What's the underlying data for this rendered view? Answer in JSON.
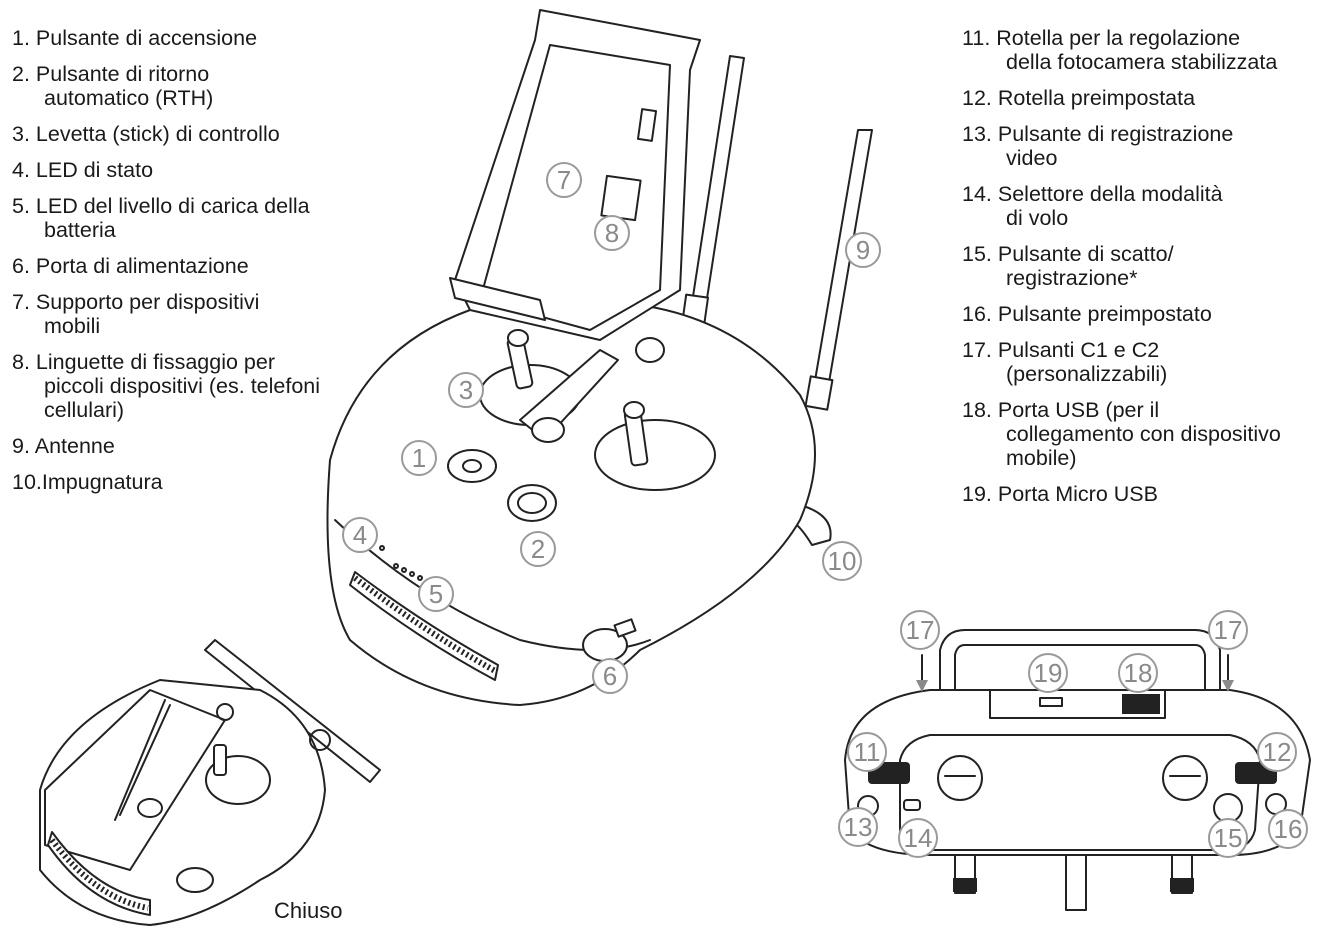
{
  "legend_left": [
    {
      "num": "1.",
      "lines": [
        "Pulsante di accensione"
      ]
    },
    {
      "num": "2.",
      "lines": [
        "Pulsante di ritorno",
        "automatico (RTH)"
      ]
    },
    {
      "num": "3.",
      "lines": [
        "Levetta (stick) di controllo"
      ]
    },
    {
      "num": "4.",
      "lines": [
        "LED di stato"
      ]
    },
    {
      "num": "5.",
      "lines": [
        "LED del livello di carica della",
        "batteria"
      ]
    },
    {
      "num": "6.",
      "lines": [
        "Porta di alimentazione"
      ]
    },
    {
      "num": "7.",
      "lines": [
        "Supporto per dispositivi",
        "mobili"
      ]
    },
    {
      "num": "8.",
      "lines": [
        "Linguette di fissaggio per",
        "piccoli dispositivi (es. telefoni",
        "cellulari)"
      ]
    },
    {
      "num": "9.",
      "lines": [
        "Antenne"
      ]
    },
    {
      "num": "10.",
      "lines": [
        "Impugnatura"
      ]
    }
  ],
  "legend_right": [
    {
      "num": "11.",
      "lines": [
        "Rotella per la regolazione",
        "della fotocamera stabilizzata"
      ]
    },
    {
      "num": "12.",
      "lines": [
        "Rotella preimpostata"
      ]
    },
    {
      "num": "13.",
      "lines": [
        "Pulsante di registrazione",
        "video"
      ]
    },
    {
      "num": "14.",
      "lines": [
        "Selettore della modalità",
        "di volo"
      ]
    },
    {
      "num": "15.",
      "lines": [
        "Pulsante di scatto/",
        "registrazione*"
      ]
    },
    {
      "num": "16.",
      "lines": [
        "Pulsante preimpostato"
      ]
    },
    {
      "num": "17.",
      "lines": [
        "Pulsanti C1 e C2",
        "(personalizzabili)"
      ]
    },
    {
      "num": "18.",
      "lines": [
        "Porta USB (per il",
        "collegamento con dispositivo",
        "mobile)"
      ]
    },
    {
      "num": "19.",
      "lines": [
        "Porta Micro USB"
      ]
    }
  ],
  "callouts": {
    "c1": "1",
    "c2": "2",
    "c3": "3",
    "c4": "4",
    "c5": "5",
    "c6": "6",
    "c7": "7",
    "c8": "8",
    "c9": "9",
    "c10": "10",
    "c11": "11",
    "c12": "12",
    "c13": "13",
    "c14": "14",
    "c15": "15",
    "c16": "16",
    "c17a": "17",
    "c17b": "17",
    "c18": "18",
    "c19": "19"
  },
  "closed_label": "Chiuso",
  "colors": {
    "ink": "#222222",
    "callout": "#8a8a8a"
  }
}
